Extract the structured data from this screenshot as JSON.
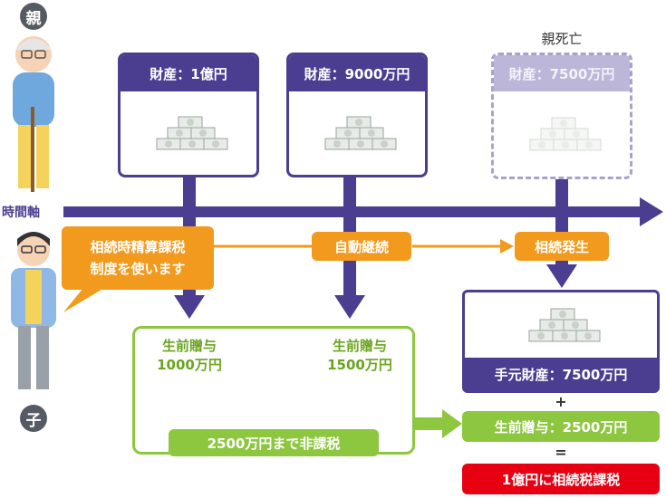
{
  "people": {
    "parent_badge": "親",
    "child_badge": "子"
  },
  "timeline": {
    "label": "時間軸"
  },
  "assets": [
    {
      "label": "財産：1億円"
    },
    {
      "label": "財産：9000万円"
    },
    {
      "label": "財産：7500万円"
    }
  ],
  "parent_death": "親死亡",
  "callout": {
    "line1": "相続時精算課税",
    "line2": "制度を使います"
  },
  "flow_labels": {
    "auto_continue": "自動継続",
    "inheritance_occurs": "相続発生"
  },
  "gifts": [
    {
      "line1": "生前贈与",
      "line2": "1000万円"
    },
    {
      "line1": "生前贈与",
      "line2": "1500万円"
    }
  ],
  "tax_free": "2500万円まで非課税",
  "result": {
    "on_hand": "手元財産：7500万円",
    "plus": "+",
    "lifetime_gift": "生前贈与：2500万円",
    "equals": "=",
    "taxed": "1億円に相続税課税"
  },
  "colors": {
    "navy": "#4b3d8f",
    "orange": "#f19a1e",
    "green": "#8dc63f",
    "red": "#e60012"
  }
}
